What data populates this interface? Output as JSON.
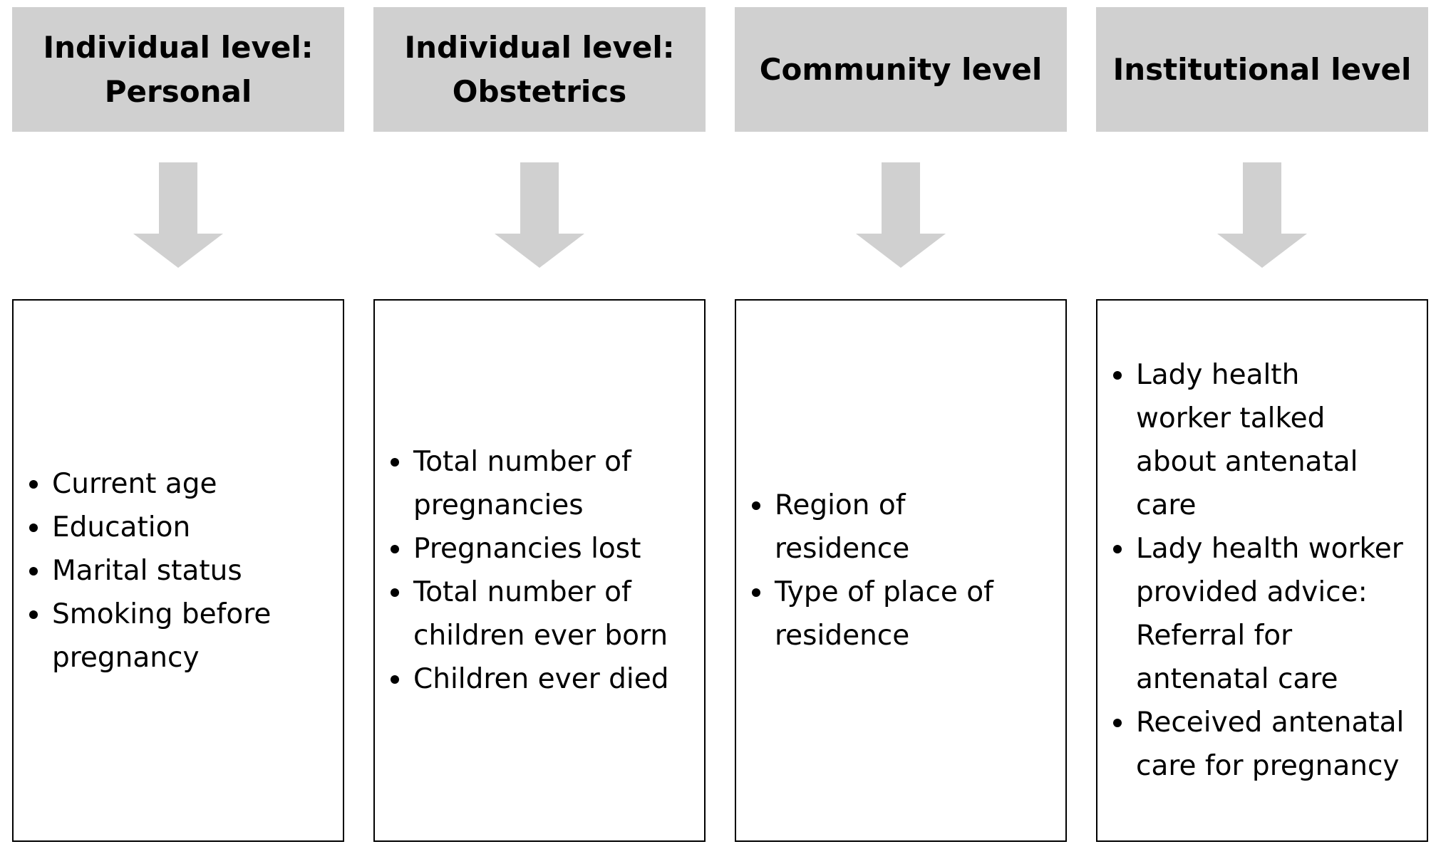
{
  "colors": {
    "header_fill": "#d0d0d0",
    "arrow_fill": "#d0d0d0",
    "box_border": "#000000"
  },
  "columns": [
    {
      "title": "Individual level:\nPersonal",
      "items": [
        "Current age",
        "Education",
        "Marital status",
        "Smoking before pregnancy"
      ]
    },
    {
      "title": "Individual level:\nObstetrics",
      "items": [
        "Total number of pregnancies",
        "Pregnancies lost",
        "Total number of children ever born",
        "Children ever died"
      ]
    },
    {
      "title": "Community level",
      "items": [
        "Region of residence",
        "Type of place of residence"
      ]
    },
    {
      "title": "Institutional level",
      "items": [
        "Lady health worker talked about antenatal care",
        "Lady health worker provided advice: Referral for antenatal care",
        "Received antenatal care for pregnancy"
      ]
    }
  ]
}
